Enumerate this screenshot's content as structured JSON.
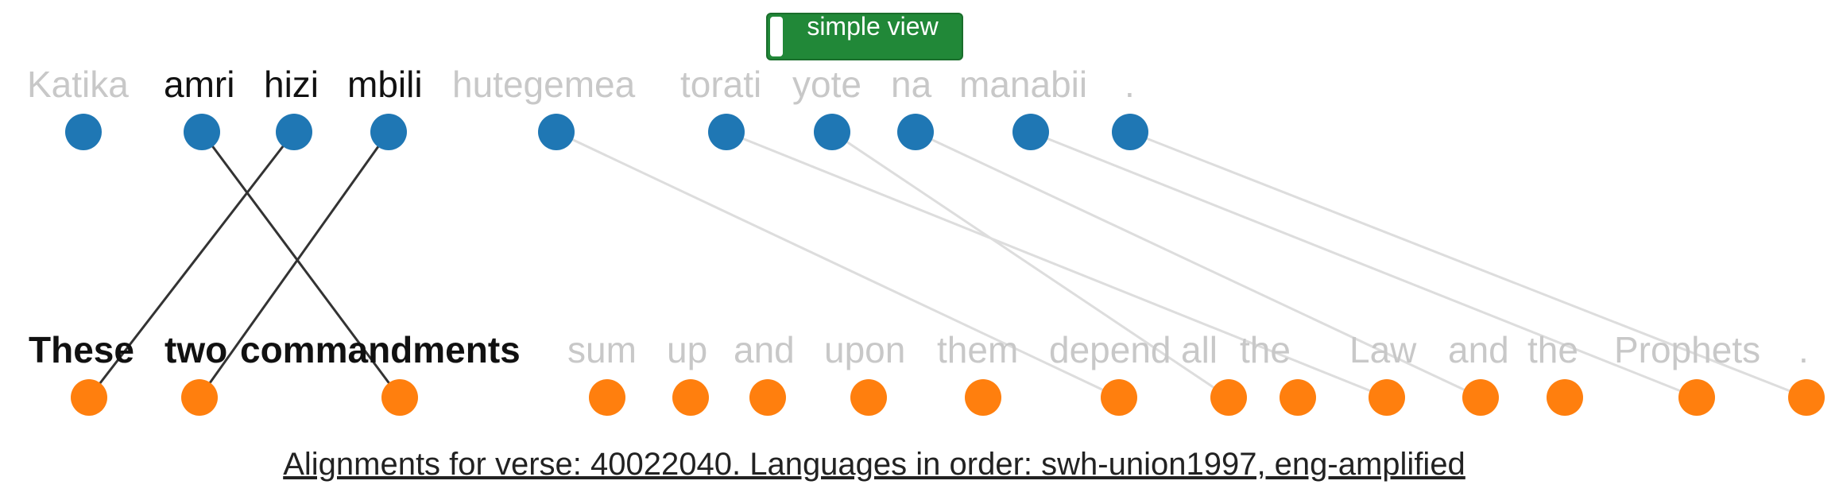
{
  "toggle": {
    "label": "simple view"
  },
  "source": {
    "words": [
      "Katika",
      "amri",
      "hizi",
      "mbili",
      "hutegemea",
      "torati",
      "yote",
      "na",
      "manabii",
      "."
    ],
    "highlighted": [
      1,
      2,
      3
    ]
  },
  "target": {
    "words": [
      "These",
      "two",
      "commandments",
      "sum",
      "up",
      "and",
      "upon",
      "them",
      "depend",
      "all",
      "the",
      "Law",
      "and",
      "the",
      "Prophets",
      "."
    ],
    "highlighted": [
      0,
      1,
      2
    ]
  },
  "alignments": [
    {
      "source": 1,
      "target": 2,
      "active": true
    },
    {
      "source": 2,
      "target": 0,
      "active": true
    },
    {
      "source": 3,
      "target": 1,
      "active": true
    },
    {
      "source": 4,
      "target": 8,
      "active": false
    },
    {
      "source": 5,
      "target": 11,
      "active": false
    },
    {
      "source": 6,
      "target": 9,
      "active": false
    },
    {
      "source": 7,
      "target": 12,
      "active": false
    },
    {
      "source": 8,
      "target": 14,
      "active": false
    },
    {
      "source": 9,
      "target": 15,
      "active": false
    }
  ],
  "colors": {
    "source_node": "#1f77b4",
    "target_node": "#ff7f0e",
    "active_link": "#333333",
    "inactive_link": "#dddddd",
    "active_text": "#111111",
    "inactive_text": "#c8c8c8",
    "toggle_bg": "#218838"
  },
  "caption": "Alignments for verse: 40022040. Languages in order: swh-union1997, eng-amplified"
}
